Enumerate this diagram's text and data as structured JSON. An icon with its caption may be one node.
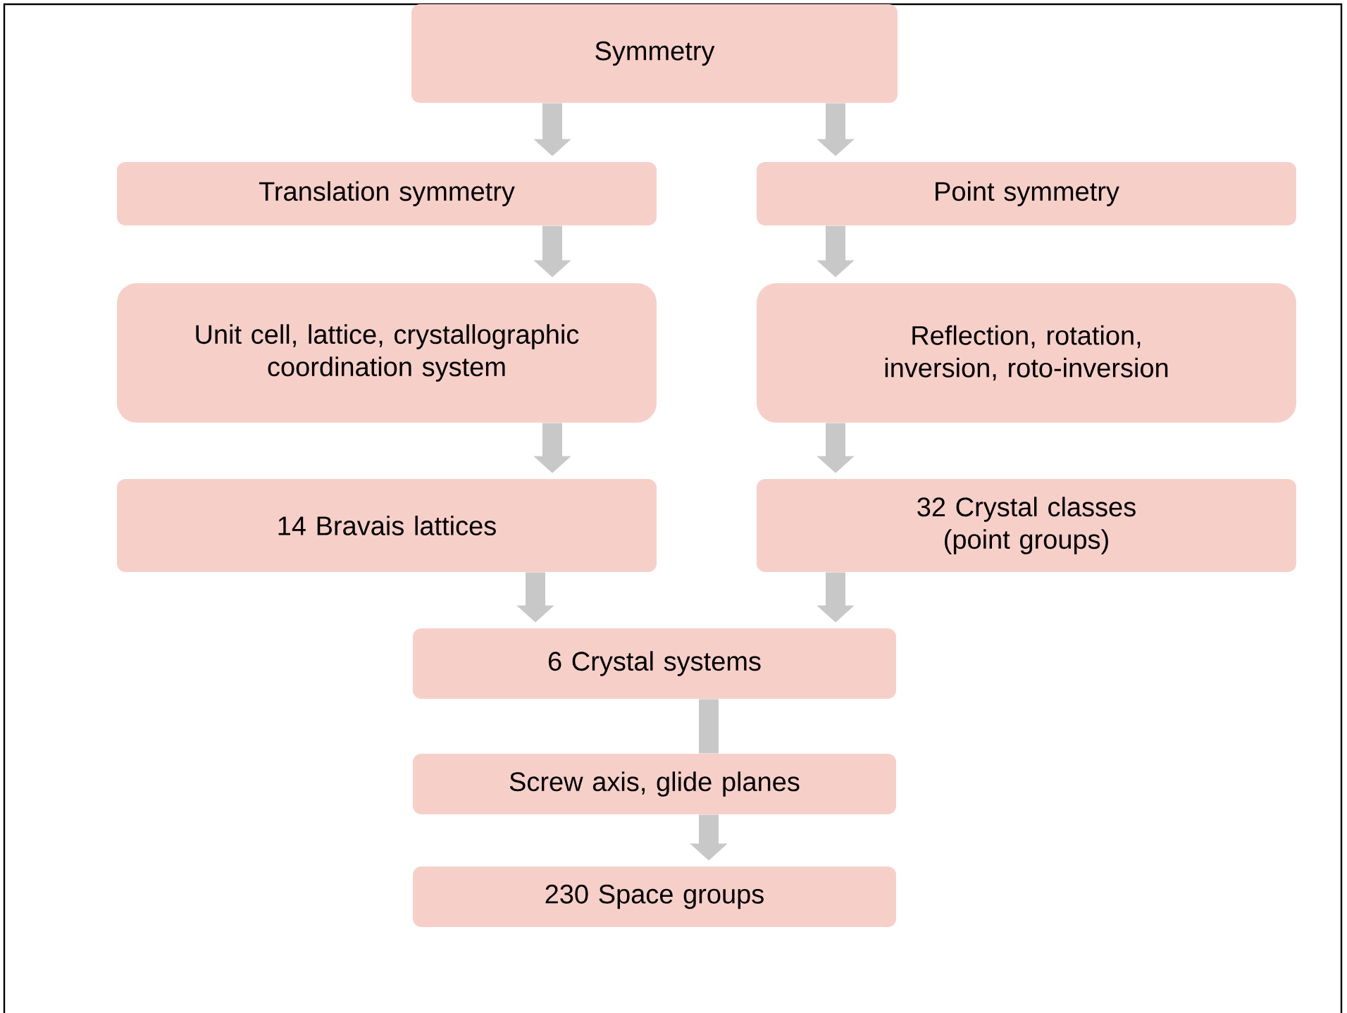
{
  "diagram": {
    "nodes": [
      {
        "text": [
          "Symmetry"
        ]
      },
      {
        "text": [
          "Translation symmetry"
        ]
      },
      {
        "text": [
          "Point symmetry"
        ]
      },
      {
        "text": [
          "Unit cell, lattice, crystallographic coordination system"
        ]
      },
      {
        "text": [
          "Reflection, rotation, inversion, roto-inversion"
        ]
      },
      {
        "text": [
          "14 Bravais lattices"
        ]
      },
      {
        "text": [
          "32 Crystal classes (point groups)"
        ]
      },
      {
        "text": [
          "6 Crystal systems"
        ]
      },
      {
        "text": [
          "Screw axis, glide planes"
        ]
      },
      {
        "text": [
          "230 Space groups"
        ]
      }
    ],
    "edges": [
      {
        "from": 0,
        "to": 1,
        "arrow": "to"
      },
      {
        "from": 0,
        "to": 2,
        "arrow": "to"
      },
      {
        "from": 1,
        "to": 3,
        "arrow": "to"
      },
      {
        "from": 2,
        "to": 4,
        "arrow": "to"
      },
      {
        "from": 3,
        "to": 5,
        "arrow": "to"
      },
      {
        "from": 4,
        "to": 6,
        "arrow": "to"
      },
      {
        "from": 5,
        "to": 7,
        "arrow": "to"
      },
      {
        "from": 6,
        "to": 7,
        "arrow": "to"
      },
      {
        "from": 7,
        "to": 8,
        "arrow": "none"
      },
      {
        "from": 8,
        "to": 9,
        "arrow": "to"
      }
    ]
  }
}
